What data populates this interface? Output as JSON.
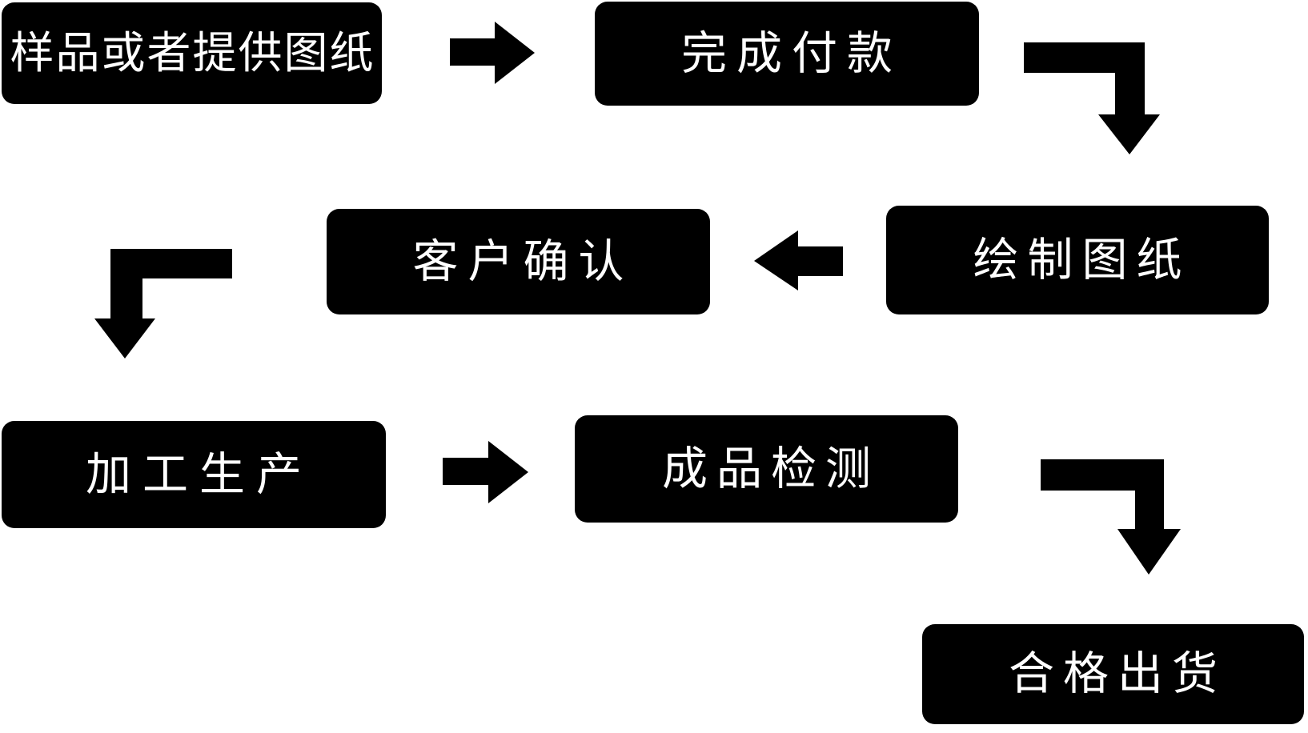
{
  "canvas": {
    "background_color": "#ffffff",
    "node_fill_color": "#000000",
    "node_text_color": "#ffffff",
    "arrow_color": "#000000"
  },
  "flowchart": {
    "nodes": [
      {
        "label": "样品或者提供图纸"
      },
      {
        "label": "完成付款"
      },
      {
        "label": "客户确认"
      },
      {
        "label": "绘制图纸"
      },
      {
        "label": "加工生产"
      },
      {
        "label": "成品检测"
      },
      {
        "label": "合格出货"
      }
    ],
    "arrows": [
      {
        "icon": "arrow-right-icon",
        "from": "样品或者提供图纸",
        "to": "完成付款"
      },
      {
        "icon": "arrow-elbow-down-right-icon",
        "from": "完成付款",
        "to": "绘制图纸"
      },
      {
        "icon": "arrow-left-icon",
        "from": "绘制图纸",
        "to": "客户确认"
      },
      {
        "icon": "arrow-elbow-down-left-icon",
        "from": "客户确认",
        "to": "加工生产"
      },
      {
        "icon": "arrow-right-icon",
        "from": "加工生产",
        "to": "成品检测"
      },
      {
        "icon": "arrow-elbow-down-right-icon",
        "from": "成品检测",
        "to": "合格出货"
      }
    ]
  }
}
